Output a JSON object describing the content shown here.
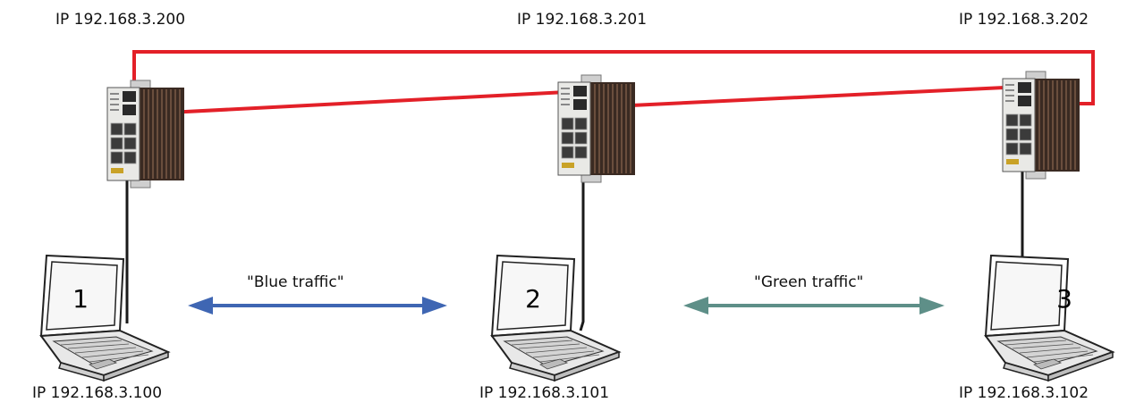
{
  "switches": [
    {
      "ip": "IP 192.168.3.200"
    },
    {
      "ip": "IP 192.168.3.201"
    },
    {
      "ip": "IP 192.168.3.202"
    }
  ],
  "laptops": [
    {
      "number": "1",
      "ip": "IP 192.168.3.100"
    },
    {
      "number": "2",
      "ip": "IP 192.168.3.101"
    },
    {
      "number": "3",
      "ip": "IP 192.168.3.102"
    }
  ],
  "traffic": [
    {
      "label": "\"Blue traffic\"",
      "color": "#3f66b3"
    },
    {
      "label": "\"Green traffic\"",
      "color": "#5e8f88"
    }
  ],
  "colors": {
    "ring": "#e32028",
    "cable": "#1a1a1a"
  }
}
